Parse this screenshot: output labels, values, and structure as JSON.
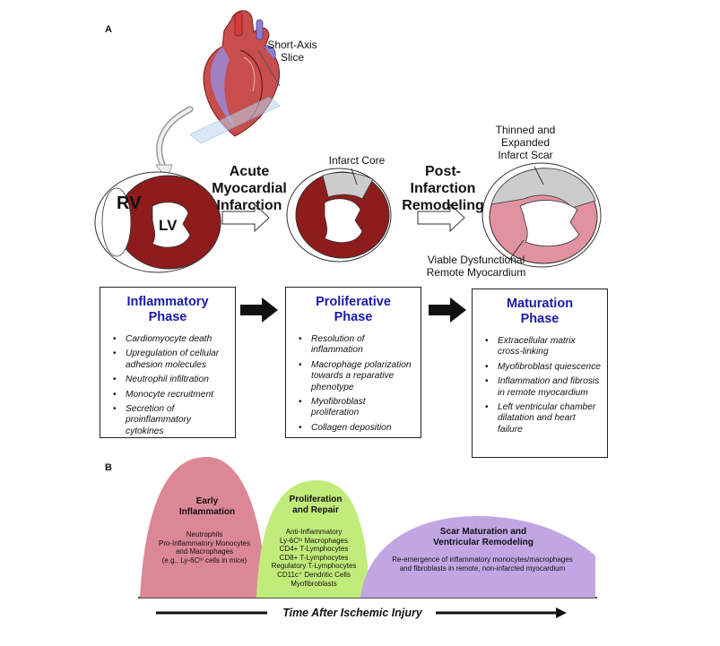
{
  "panel_a": {
    "letter": "A",
    "short_axis_label": "Short-Axis\nSlice",
    "heart_labels": {
      "rv": "RV",
      "lv": "LV"
    },
    "stage1": "Acute\nMyocardial\nInfarction",
    "stage2": "Post-\nInfarction\nRemodeling",
    "infarct_core": "Infarct Core",
    "thinned_scar": "Thinned and\nExpanded\nInfarct Scar",
    "viable_remote": "Viable Dysfunctional\nRemote Myocardium",
    "phases": [
      {
        "title": "Inflammatory\nPhase",
        "items": [
          "Cardiomyocyte death",
          "Upregulation of cellular adhesion molecules",
          "Neutrophil infiltration",
          "Monocyte recruitment",
          "Secretion of proinflammatory cytokines"
        ]
      },
      {
        "title": "Proliferative\nPhase",
        "items": [
          "Resolution of inflammation",
          "Macrophage polarization towards a reparative phenotype",
          "Myofibroblast proliferation",
          "Collagen deposition"
        ]
      },
      {
        "title": "Maturation\nPhase",
        "items": [
          "Extracellular matrix cross-linking",
          "Myofibroblast quiescence",
          "Inflammation and fibrosis in remote myocardium",
          "Left ventricular chamber dilatation and heart failure"
        ]
      }
    ]
  },
  "panel_b": {
    "letter": "B",
    "curves": [
      {
        "title": "Early\nInflammation",
        "body": "Neutrophils\nPro-Inflammatory Monocytes\nand Macrophages\n(e.g., Ly-6Cʰⁱ cells in mice)",
        "color": "#dc8795"
      },
      {
        "title": "Proliferation\nand Repair",
        "body": "Anti-Inflammatory\nLy-6Cˡᵒ Macrophages\nCD4+ T-Lymphocytes\nCD8+ T-Lymphocytes\nRegulatory T-Lymphocytes\nCD11c⁺ Dendritic Cells\nMyofibroblasts",
        "color": "#c2ec7a"
      },
      {
        "title": "Scar Maturation and\nVentricular Remodeling",
        "body": "Re-emergence of inflammatory monocytes/macrophages\nand fibroblasts in remote, non-infarcted myocardium",
        "color": "#c2a6e4"
      }
    ],
    "timeline": "Time After Ischemic Injury"
  },
  "colors": {
    "myocardium": "#8e1c1c",
    "infarct": "#cccccc",
    "remote": "#e092a0",
    "phase_title": "#1a1aa6"
  }
}
